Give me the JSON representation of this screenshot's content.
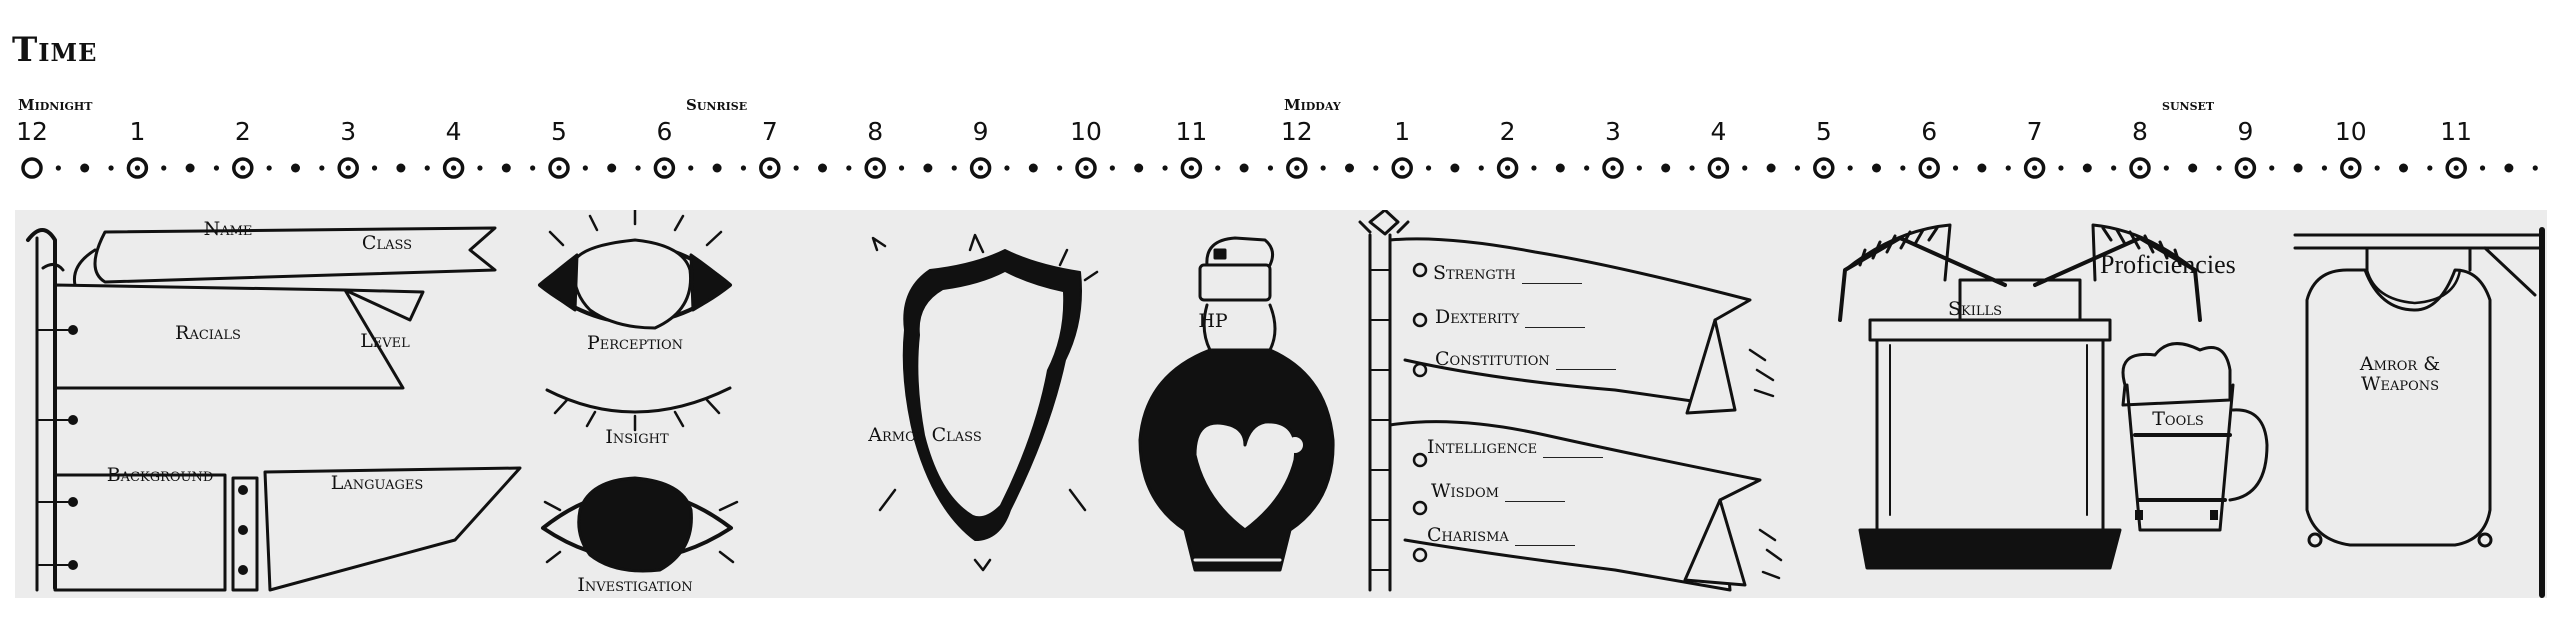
{
  "title": "Time",
  "periods": [
    "Midnight",
    "Sunrise",
    "Midday",
    "sunset"
  ],
  "hours": [
    "12",
    "1",
    "2",
    "3",
    "4",
    "5",
    "6",
    "7",
    "8",
    "9",
    "10",
    "11",
    "12",
    "1",
    "2",
    "3",
    "4",
    "5",
    "6",
    "7",
    "8",
    "9",
    "10",
    "11"
  ],
  "labels": {
    "name": "Name",
    "class": "Class",
    "racials": "Racials",
    "level": "Level",
    "background": "Background",
    "languages": "Languages",
    "perception": "Perception",
    "insight": "Insight",
    "investigation": "Investigation",
    "armor_class": "Armor Class",
    "hp": "HP",
    "strength": "Strength",
    "dexterity": "Dexterity",
    "constitution": "Constitution",
    "intelligence": "Intelligence",
    "wisdom": "Wisdom",
    "charisma": "Charisma",
    "skills": "Skills",
    "proficiencies": "Proficiencies",
    "tools": "Tools",
    "armor_weapons_1": "Amror &",
    "armor_weapons_2": "Weapons"
  }
}
